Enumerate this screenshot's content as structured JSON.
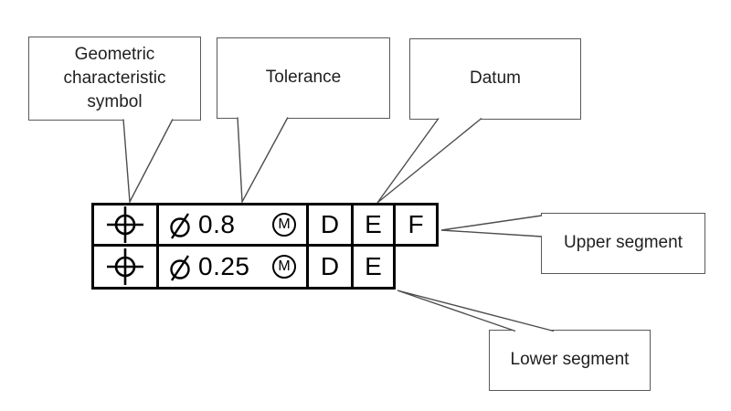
{
  "colors": {
    "table_line": "#000000",
    "callout_border": "#595959",
    "leader_line": "#4d4d4d",
    "text": "#1f1f1f"
  },
  "callouts": {
    "geometric": {
      "label": "Geometric characteristic symbol"
    },
    "tolerance": {
      "label": "Tolerance"
    },
    "datum": {
      "label": "Datum"
    },
    "upper_segment": {
      "label": "Upper segment"
    },
    "lower_segment": {
      "label": "Lower segment"
    }
  },
  "frame": {
    "rows": [
      {
        "characteristic": "position",
        "diameter_symbol": "⌀",
        "tolerance": "0.8",
        "modifier": "M",
        "datums": [
          "D",
          "E",
          "F"
        ]
      },
      {
        "characteristic": "position",
        "diameter_symbol": "⌀",
        "tolerance": "0.25",
        "modifier": "M",
        "datums": [
          "D",
          "E"
        ]
      }
    ]
  },
  "icons": {
    "position_symbol": "⌖",
    "diameter_symbol": "⌀",
    "mmc_modifier": "Ⓜ"
  }
}
